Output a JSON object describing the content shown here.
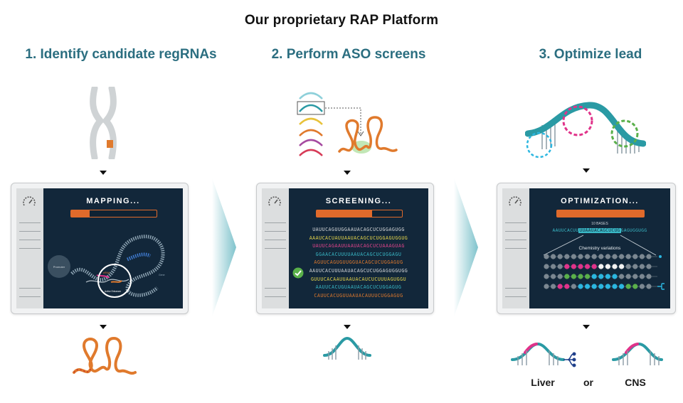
{
  "title": "Our proprietary RAP Platform",
  "steps": [
    {
      "title": "1. Identify candidate regRNAs",
      "screen_title": "MAPPING...",
      "progress": 0.22,
      "labels": [
        "Promoter",
        "eRNA",
        "Active Enhancer",
        "Gene"
      ]
    },
    {
      "title": "2. Perform ASO screens",
      "screen_title": "SCREENING...",
      "progress": 0.65,
      "sequences": [
        {
          "text": "UAUUCAGUUGGAAUACAGCUCUGGAGUGG",
          "color": "#d7d9db"
        },
        {
          "text": "AAAUCACUAUUAAUACAGCUCUGGAGUGGUG",
          "color": "#e7d64a"
        },
        {
          "text": "UAUUCAGAAUUAAUACAGCUCUAAAGUAG",
          "color": "#e4458d"
        },
        {
          "text": "GGAACACUUUUAAUACAGCUCUGGAGU",
          "color": "#39b8c6"
        },
        {
          "text": "AGUUCAGUGUUGGUACAGCUCUGGAGUG",
          "color": "#e07a2d"
        },
        {
          "text": "AAUUCACUUUAAUACAGCUCUGGAGUGGUGG",
          "color": "#d7d9db"
        },
        {
          "text": "GUUUCACAAUUAAUACAUCUCUUUAGUGGU",
          "color": "#e7d64a"
        },
        {
          "text": "AAUUCACUGUAAUACAGCUCUGGAGUG",
          "color": "#39b8c6"
        },
        {
          "text": "CAUUCACUGUUAAUACAUUUCUGGAGUG",
          "color": "#e07a2d"
        }
      ]
    },
    {
      "title": "3. Optimize lead",
      "screen_title": "OPTIMIZATION...",
      "progress": 1.0,
      "bases_label": "10 BASES",
      "sequence_left": "AAUUCACUU",
      "sequence_highlight": "UUAAUACAGCUCUG",
      "sequence_right": "GAGUGGUGG",
      "variations_label": "Chemistry variations"
    }
  ],
  "outcomes": {
    "liver": "Liver",
    "or": "or",
    "cns": "CNS"
  },
  "colors": {
    "teal": "#2a9aa4",
    "orange": "#e07a2d",
    "navy": "#12273a",
    "pink": "#e0338a",
    "green": "#5ab04a"
  }
}
